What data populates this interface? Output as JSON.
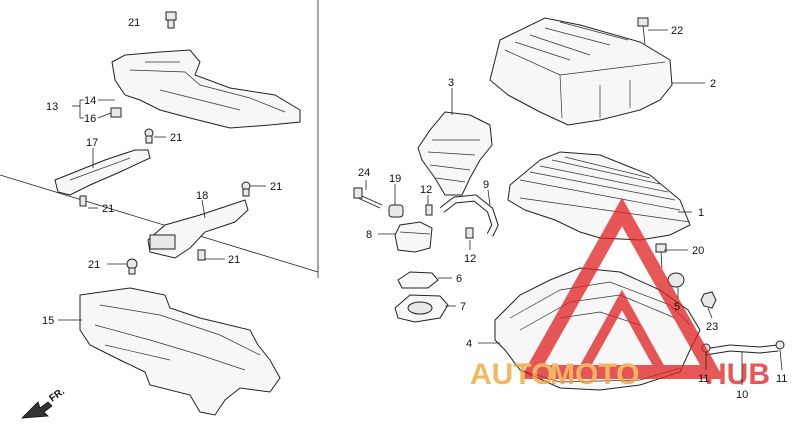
{
  "labels": {
    "l21a": "21",
    "l13": "13",
    "l14": "14",
    "l16": "16",
    "l21b": "21",
    "l17": "17",
    "l21c": "21",
    "l18": "18",
    "l21d": "21",
    "l21e": "21",
    "l21f": "21",
    "l15": "15",
    "l22": "22",
    "l2": "2",
    "l3": "3",
    "l24": "24",
    "l19": "19",
    "l12a": "12",
    "l9": "9",
    "l1": "1",
    "l8": "8",
    "l12b": "12",
    "l20": "20",
    "l6": "6",
    "l5": "5",
    "l7": "7",
    "l23": "23",
    "l4": "4",
    "l11a": "11",
    "l10": "10",
    "l11b": "11"
  },
  "direction_arrow": {
    "text": "FR."
  },
  "watermark": {
    "text_a": "AUTO",
    "text_b": "MOTO",
    "text_c": "HUB",
    "color_red": "#e02020",
    "color_orange": "#f0a030"
  }
}
